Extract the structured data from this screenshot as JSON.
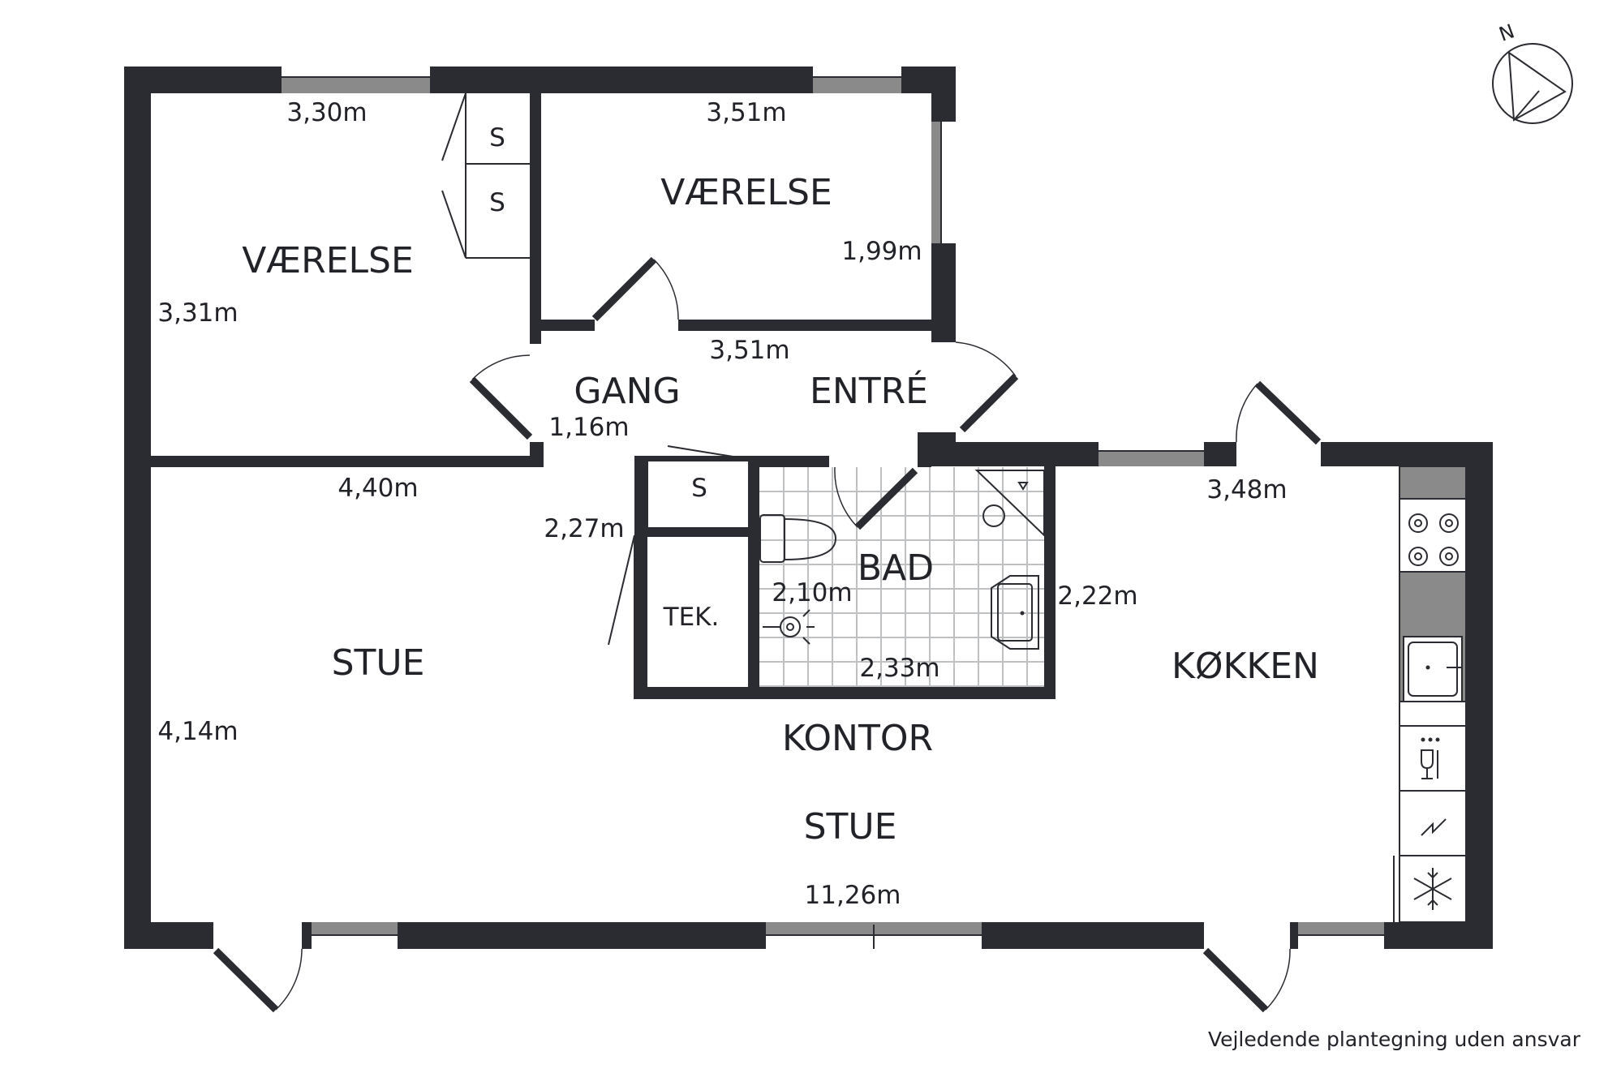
{
  "rooms": {
    "vaerelse_1": "VÆRELSE",
    "vaerelse_2": "VÆRELSE",
    "gang": "GANG",
    "entre": "ENTRÉ",
    "stue_1": "STUE",
    "bad": "BAD",
    "tek": "TEK.",
    "kokken": "KØKKEN",
    "kontor": "KONTOR",
    "stue_2": "STUE",
    "closet_1": "S",
    "closet_2": "S",
    "closet_3": "S"
  },
  "dimensions": {
    "vaerelse_1_width": "3,30m",
    "vaerelse_1_depth": "3,31m",
    "vaerelse_2_width": "3,51m",
    "vaerelse_2_depth": "1,99m",
    "entre_width": "3,51m",
    "gang_width": "1,16m",
    "stue_1_width": "4,40m",
    "stue_1_depth": "4,14m",
    "tek_depth": "2,27m",
    "bad_depth_left": "2,10m",
    "bad_width": "2,33m",
    "bad_depth_right": "2,22m",
    "kokken_width": "3,48m",
    "total_width": "11,26m"
  },
  "compass": {
    "north_label": "N"
  },
  "disclaimer": "Vejledende plantegning uden ansvar",
  "colors": {
    "wall": "#2b2c31",
    "window": "#8a8a8a",
    "tile": "#bfc0c2"
  }
}
